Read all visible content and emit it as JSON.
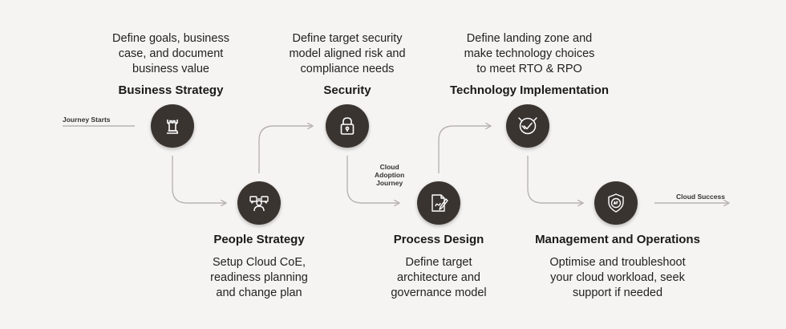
{
  "journey_start": "Journey Starts",
  "journey_end": "Cloud Success",
  "center_label": [
    "Cloud",
    "Adoption",
    "Journey"
  ],
  "colors": {
    "node": "#3a3430",
    "line": "#b8b4b0",
    "background": "#f5f4f2"
  },
  "steps": [
    {
      "title": "Business Strategy",
      "icon": "castle-tower-icon",
      "description": [
        "Define goals, business",
        "case, and document",
        "business value"
      ]
    },
    {
      "title": "People Strategy",
      "icon": "team-chat-icon",
      "description": [
        "Setup Cloud CoE,",
        "readiness planning",
        "and change plan"
      ]
    },
    {
      "title": "Security",
      "icon": "padlock-icon",
      "description": [
        "Define target security",
        "model aligned risk and",
        "compliance needs"
      ]
    },
    {
      "title": "Process Design",
      "icon": "document-pen-icon",
      "description": [
        "Define target",
        "architecture and",
        "governance model"
      ]
    },
    {
      "title": "Technology Implementation",
      "icon": "check-badge-icon",
      "description": [
        "Define landing zone and",
        "make technology choices",
        "to meet RTO & RPO"
      ]
    },
    {
      "title": "Management and Operations",
      "icon": "shield-api-icon",
      "description": [
        "Optimise and troubleshoot",
        "your cloud workload, seek",
        "support if needed"
      ]
    }
  ]
}
